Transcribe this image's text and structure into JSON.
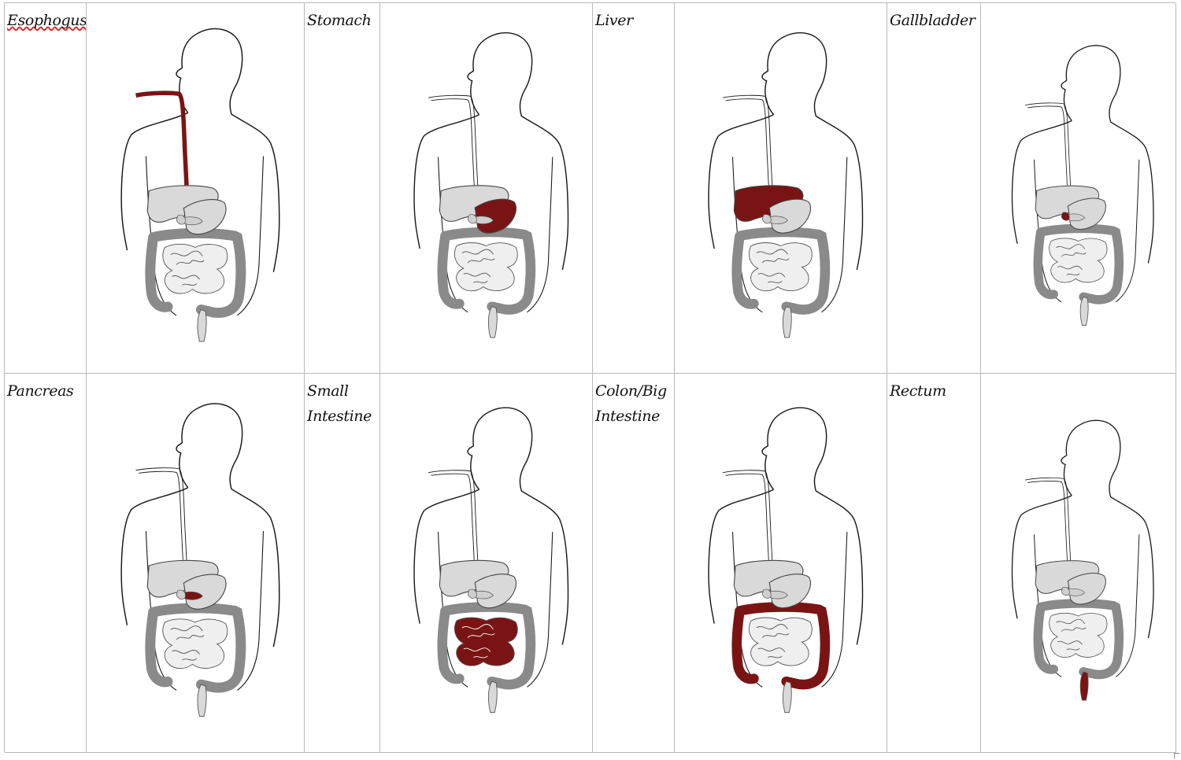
{
  "panels": [
    {
      "label": "Esophogus",
      "organ": "esophagus"
    },
    {
      "label": "Stomach",
      "organ": "stomach"
    },
    {
      "label": "Liver",
      "organ": "liver"
    },
    {
      "label": "Gallbladder",
      "organ": "gallbladder"
    },
    {
      "label": "Pancreas",
      "organ": "pancreas"
    },
    {
      "label": "Small Intestine",
      "organ": "small-intestine"
    },
    {
      "label": "Colon/Big Intestine",
      "organ": "colon"
    },
    {
      "label": "Rectum",
      "organ": "rectum"
    }
  ],
  "colors": {
    "highlight": "#7a1414",
    "outline": "#1a1a1a",
    "organ_fill": "#d9d9d9",
    "border": "#b9b9b9"
  }
}
